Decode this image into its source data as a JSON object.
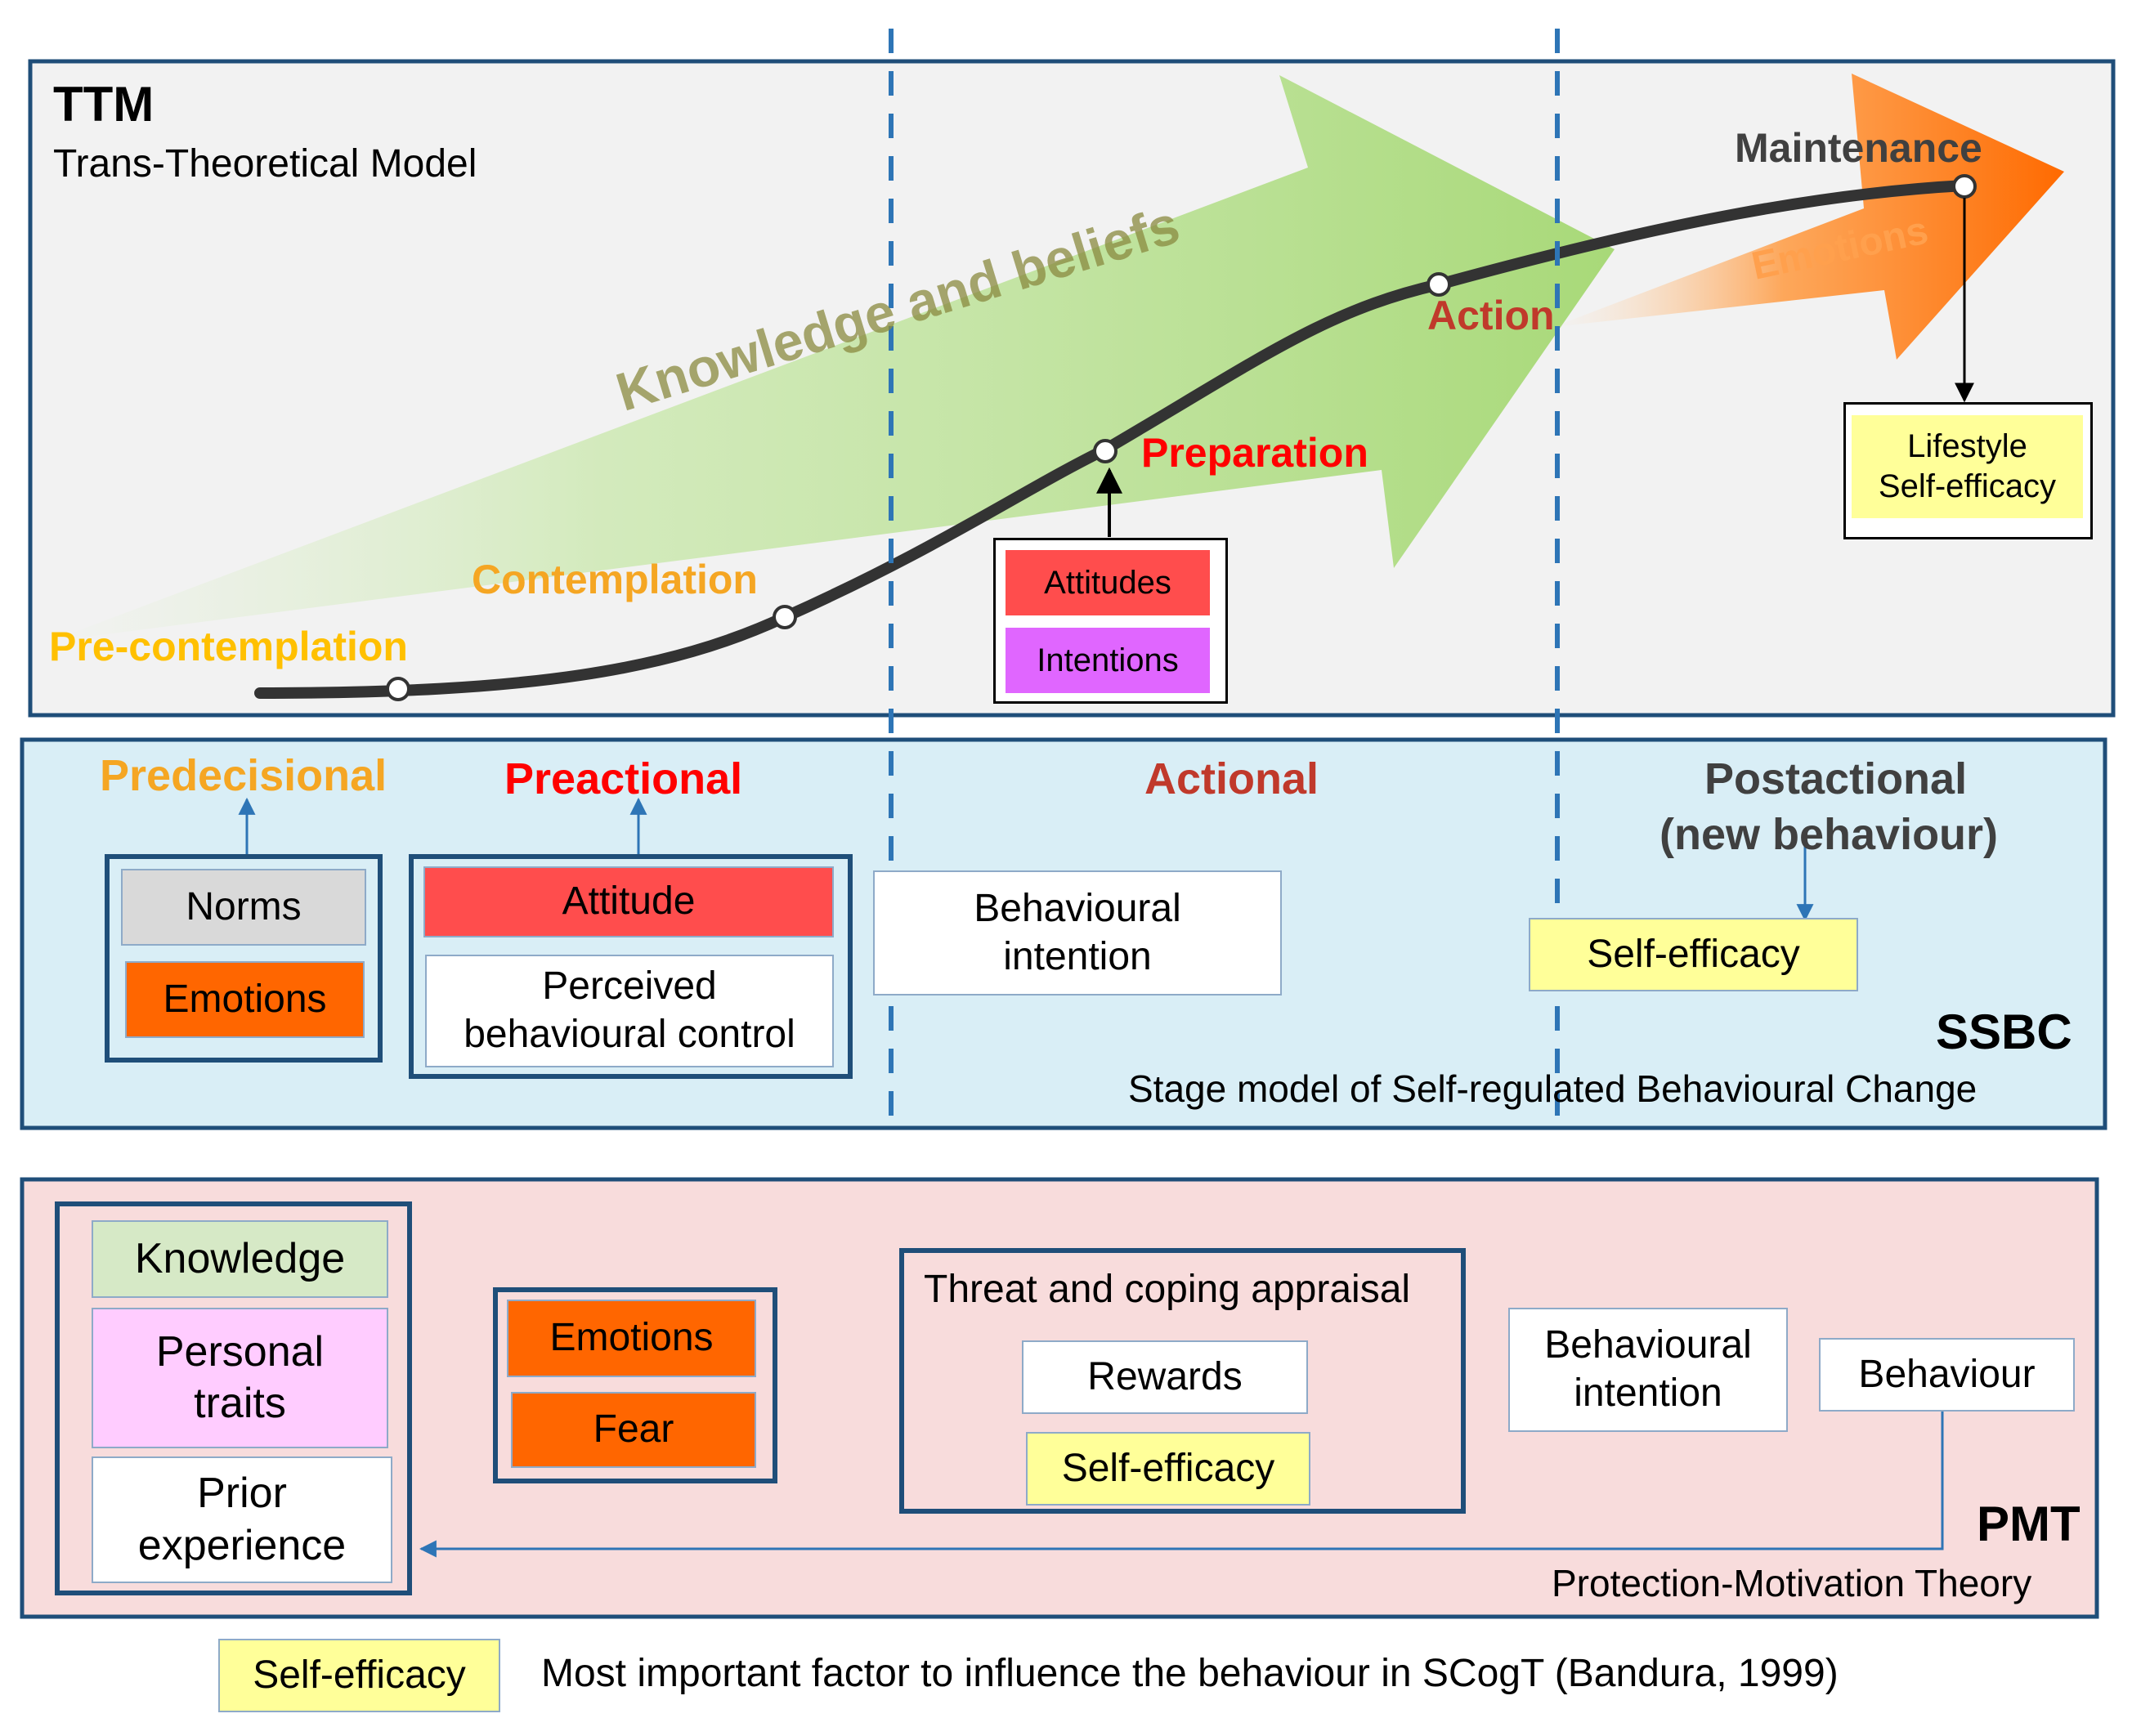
{
  "ttm": {
    "abbr": "TTM",
    "name": "Trans-Theoretical Model",
    "stages": [
      "Pre-contemplation",
      "Contemplation",
      "Preparation",
      "Action",
      "Maintenance"
    ],
    "knowledge_label": "Knowledge and beliefs",
    "emotions_label": "Emotions",
    "preparation_factors": [
      "Attitudes",
      "Intentions"
    ],
    "maintenance_factors": [
      "Lifestyle",
      "Self-efficacy"
    ]
  },
  "ssbc": {
    "abbr": "SSBC",
    "name": "Stage model of Self-regulated Behavioural Change",
    "phases": [
      "Predecisional",
      "Preactional",
      "Actional",
      "Postactional",
      "(new behaviour)"
    ],
    "predecisional_factors": [
      "Norms",
      "Emotions"
    ],
    "preactional_factors": [
      "Attitude",
      "Perceived",
      "behavioural control"
    ],
    "actional_factors": [
      "Behavioural",
      "intention"
    ],
    "postactional_factor": "Self-efficacy"
  },
  "pmt": {
    "abbr": "PMT",
    "name": "Protection-Motivation Theory",
    "personal_factors": [
      "Knowledge",
      "Personal",
      "traits",
      "Prior",
      "experience"
    ],
    "affect_factors": [
      "Emotions",
      "Fear"
    ],
    "appraisal_title": "Threat and coping appraisal",
    "appraisal_factors": [
      "Rewards",
      "Self-efficacy"
    ],
    "intention": [
      "Behavioural",
      "intention"
    ],
    "behaviour": "Behaviour"
  },
  "legend": {
    "swatch": "Self-efficacy",
    "text": "Most important factor to influence the behaviour in SCogT (Bandura, 1999)"
  },
  "colors": {
    "frame_border": "#1f4e79",
    "ttm_bg": "#f2f2f2",
    "ssbc_bg": "#d9eef6",
    "pmt_bg": "#f8dcdc",
    "orange_text": "#f5a623",
    "gold_text": "#ffc000",
    "red_text": "#ff0000",
    "dark_red_text": "#c0392b",
    "gray_text": "#404040",
    "attitude_red": "#ff4d4d",
    "intention_magenta": "#e066ff",
    "emotion_orange": "#ff6600",
    "self_efficacy_yellow": "#ffff99",
    "norms_gray": "#d9d9d9",
    "knowledge_green": "#d6e9c6",
    "personal_pink": "#ffccff",
    "green_arrow": "#a8d978",
    "orange_arrow": "#ff7a00",
    "curve": "#333333",
    "dashed_line": "#2e75b6",
    "connector_blue": "#2e75b6"
  }
}
